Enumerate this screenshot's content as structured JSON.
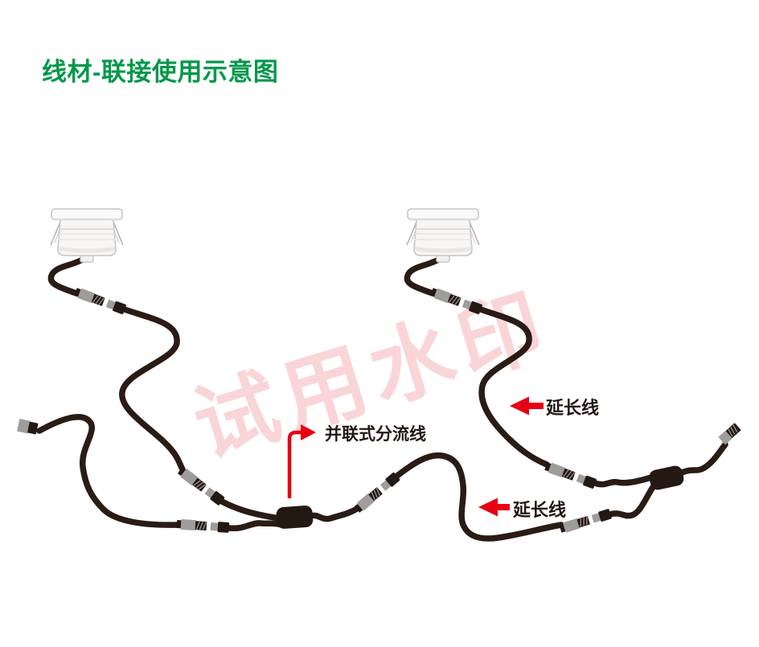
{
  "title": {
    "text": "线材-联接使用示意图",
    "color": "#00984a"
  },
  "watermark": {
    "text": "试用水印",
    "color": "#e60012",
    "opacity": 0.16,
    "rotation_deg": -17
  },
  "labels": {
    "extension_1": "延长线",
    "extension_2": "延长线",
    "parallel_splitter": "并联式分流线"
  },
  "colors": {
    "title_green": "#00984a",
    "arrow_red": "#e60012",
    "label_ink": "#231815",
    "cable_black": "#2a1b14",
    "connector_gray": "#a09c9b",
    "connector_dark": "#241812",
    "lamp_outline": "#c8c5c4",
    "background": "#ffffff"
  },
  "components": {
    "lights": [
      {
        "icon": "recessed-light-icon",
        "position": "top-left"
      },
      {
        "icon": "recessed-light-icon",
        "position": "top-right"
      }
    ],
    "splitter_boxes": 2,
    "connector_pairs": 7,
    "free_cable_ends": 2,
    "arrows": [
      {
        "icon": "left-arrow-icon",
        "label": "延长线",
        "area": "right-middle"
      },
      {
        "icon": "left-arrow-icon",
        "label": "延长线",
        "area": "center-bottom"
      },
      {
        "icon": "bent-pointer-arrow-icon",
        "label": "并联式分流线",
        "area": "center"
      }
    ]
  }
}
